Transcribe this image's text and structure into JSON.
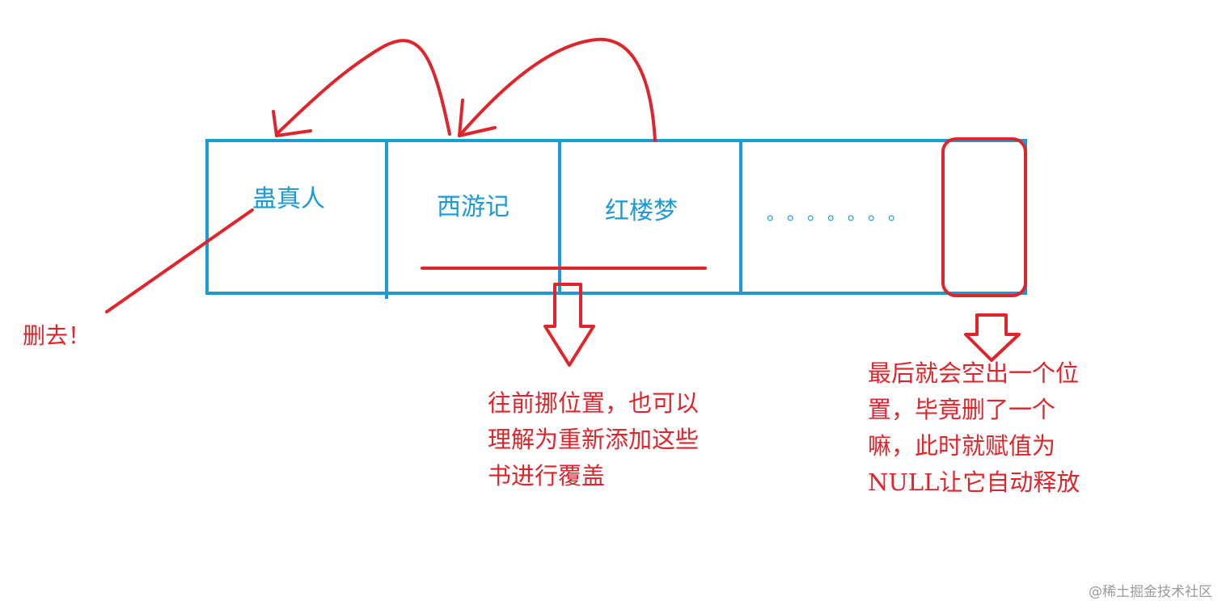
{
  "cells": [
    {
      "label": "蛊真人"
    },
    {
      "label": "西游记"
    },
    {
      "label": "红楼梦"
    }
  ],
  "ellipsis": "。。。。。。。",
  "delete_label": "删去！",
  "shift_note": {
    "lines": [
      "往前挪位置，也可以",
      "理解为重新添加这些",
      "书进行覆盖"
    ]
  },
  "null_note": {
    "lines": [
      "最后就会空出一个位",
      "置，毕竟删了一个",
      "嘛，此时就赋值为",
      "NULL让它自动释放"
    ]
  },
  "watermark": "@稀土掘金技术社区",
  "colors": {
    "box": "#1a9ad6",
    "annotation": "#e0242b",
    "watermark": "#9a9a9a"
  }
}
